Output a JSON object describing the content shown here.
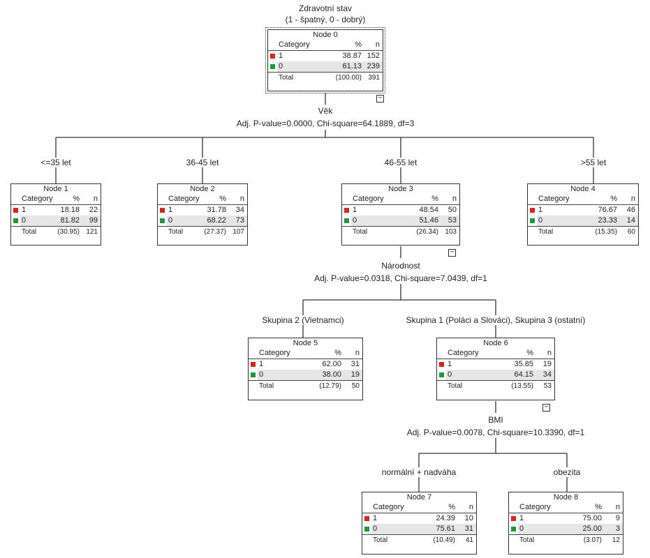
{
  "colors": {
    "cat1": "#e0201b",
    "cat0": "#1a9a3a"
  },
  "target": {
    "title": "Zdravotní stav",
    "subtitle": "(1 - špatný, 0 - dobrý)"
  },
  "table_headers": {
    "category": "Category",
    "percent": "%",
    "n": "n",
    "total": "Total"
  },
  "splits": {
    "vek": {
      "variable": "Věk",
      "stats": "Adj. P-value=0.0000, Chi-square=64.1889, df=3"
    },
    "narodnost": {
      "variable": "Národnost",
      "stats": "Adj. P-value=0.0318, Chi-square=7.0439, df=1"
    },
    "bmi": {
      "variable": "BMI",
      "stats": "Adj. P-value=0.0078, Chi-square=10.3390, df=1"
    }
  },
  "branches": {
    "b1": "<=35 let",
    "b2": "36-45 let",
    "b3": "46-55 let",
    "b4": ">55 let",
    "b5": "Skupina 2 (Vietnamci)",
    "b6": "Skupina 1 (Poláci a Slováci), Skupina 3 (ostatní)",
    "b7": "normální + nadváha",
    "b8": "obezita"
  },
  "nodes": {
    "n0": {
      "title": "Node 0",
      "r1": {
        "cat": "1",
        "pct": "38.87",
        "n": "152"
      },
      "r0": {
        "cat": "0",
        "pct": "61.13",
        "n": "239"
      },
      "total": {
        "pct": "(100.00)",
        "n": "391"
      },
      "collapse": "−"
    },
    "n1": {
      "title": "Node 1",
      "r1": {
        "cat": "1",
        "pct": "18.18",
        "n": "22"
      },
      "r0": {
        "cat": "0",
        "pct": "81.82",
        "n": "99"
      },
      "total": {
        "pct": "(30.95)",
        "n": "121"
      }
    },
    "n2": {
      "title": "Node 2",
      "r1": {
        "cat": "1",
        "pct": "31.78",
        "n": "34"
      },
      "r0": {
        "cat": "0",
        "pct": "68.22",
        "n": "73"
      },
      "total": {
        "pct": "(27.37)",
        "n": "107"
      }
    },
    "n3": {
      "title": "Node 3",
      "r1": {
        "cat": "1",
        "pct": "48.54",
        "n": "50"
      },
      "r0": {
        "cat": "0",
        "pct": "51.46",
        "n": "53"
      },
      "total": {
        "pct": "(26.34)",
        "n": "103"
      },
      "collapse": "−"
    },
    "n4": {
      "title": "Node 4",
      "r1": {
        "cat": "1",
        "pct": "76.67",
        "n": "46"
      },
      "r0": {
        "cat": "0",
        "pct": "23.33",
        "n": "14"
      },
      "total": {
        "pct": "(15.35)",
        "n": "60"
      }
    },
    "n5": {
      "title": "Node 5",
      "r1": {
        "cat": "1",
        "pct": "62.00",
        "n": "31"
      },
      "r0": {
        "cat": "0",
        "pct": "38.00",
        "n": "19"
      },
      "total": {
        "pct": "(12.79)",
        "n": "50"
      }
    },
    "n6": {
      "title": "Node 6",
      "r1": {
        "cat": "1",
        "pct": "35.85",
        "n": "19"
      },
      "r0": {
        "cat": "0",
        "pct": "64.15",
        "n": "34"
      },
      "total": {
        "pct": "(13.55)",
        "n": "53"
      },
      "collapse": "−"
    },
    "n7": {
      "title": "Node 7",
      "r1": {
        "cat": "1",
        "pct": "24.39",
        "n": "10"
      },
      "r0": {
        "cat": "0",
        "pct": "75.61",
        "n": "31"
      },
      "total": {
        "pct": "(10.49)",
        "n": "41"
      }
    },
    "n8": {
      "title": "Node 8",
      "r1": {
        "cat": "1",
        "pct": "75.00",
        "n": "9"
      },
      "r0": {
        "cat": "0",
        "pct": "25.00",
        "n": "3"
      },
      "total": {
        "pct": "(3.07)",
        "n": "12"
      }
    }
  }
}
